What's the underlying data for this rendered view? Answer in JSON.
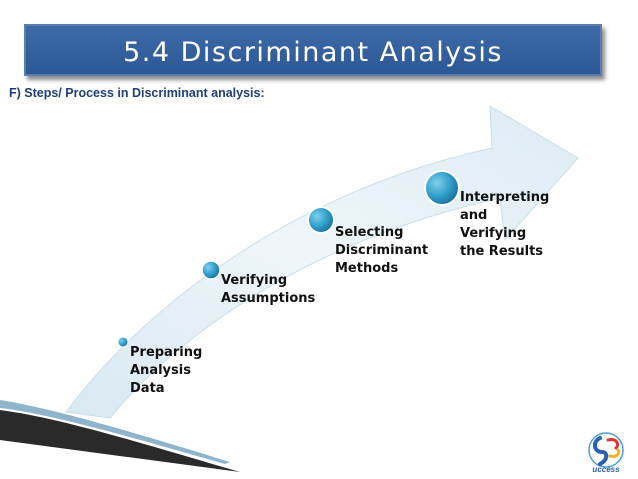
{
  "title": "5.4 Discriminant Analysis",
  "subtitle": "F) Steps/ Process in Discriminant analysis:",
  "steps": [
    {
      "label": "Preparing\nAnalysis\nData"
    },
    {
      "label": "Verifying\nAssumptions"
    },
    {
      "label": "Selecting\nDiscriminant\nMethods"
    },
    {
      "label": "Interpreting\nand\nVerifying\nthe Results"
    }
  ],
  "logo_text": "uccess",
  "colors": {
    "banner": "#2f5b9a",
    "arrow_light": "#e9f3f8",
    "arrow_mid": "#cfe2ec",
    "bullet": "#2d9bc7",
    "subtitle": "#1f3f7a"
  }
}
